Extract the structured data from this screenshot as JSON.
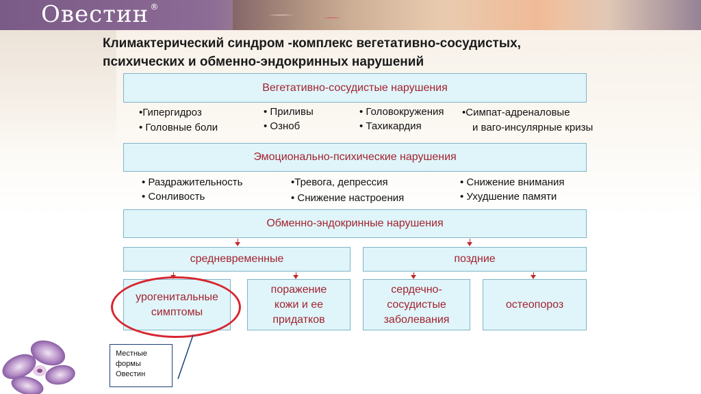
{
  "header": {
    "brand": "Овестин",
    "registered": "®"
  },
  "slide": {
    "title_line1": "Климактерический синдром -комплекс  вегетативно-сосудистых,",
    "title_line2": "психических и обменно-эндокринных нарушений"
  },
  "sections": {
    "vegetative": {
      "label": "Вегетативно-сосудистые нарушения",
      "items": [
        "•Гипергидроз",
        "• Головные боли",
        "• Приливы",
        "• Озноб",
        "• Головокружения",
        "• Тахикардия",
        "•Симпат-адреналовые",
        "и ваго-инсулярные кризы"
      ]
    },
    "emotional": {
      "label": "Эмоционально-психические нарушения",
      "items": [
        "• Раздражительность",
        "• Сонливость",
        "•Тревога, депрессия",
        "• Снижение настроения",
        "• Снижение внимания",
        "• Ухудшение памяти"
      ]
    },
    "metabolic": {
      "label": "Обменно-эндокринные нарушения",
      "midterm": "средневременные",
      "late": "поздние"
    }
  },
  "outcomes": [
    {
      "line1": "урогенитальные",
      "line2": "симптомы",
      "line3": ""
    },
    {
      "line1": "поражение",
      "line2": "кожи и ее",
      "line3": "придатков"
    },
    {
      "line1": "сердечно-",
      "line2": "сосудистые",
      "line3": "заболевания"
    },
    {
      "line1": "остеопороз",
      "line2": "",
      "line3": ""
    }
  ],
  "note": {
    "line1": "Местные",
    "line2": "формы",
    "line3": "Овестин"
  },
  "colors": {
    "accent_red": "#c0272d",
    "box_fill": "#dff5fa",
    "box_border": "#7fb3c5",
    "label_red": "#a3232f",
    "brand_purple": "#7a5a86"
  },
  "icons": [
    "orchid-logo-icon"
  ]
}
